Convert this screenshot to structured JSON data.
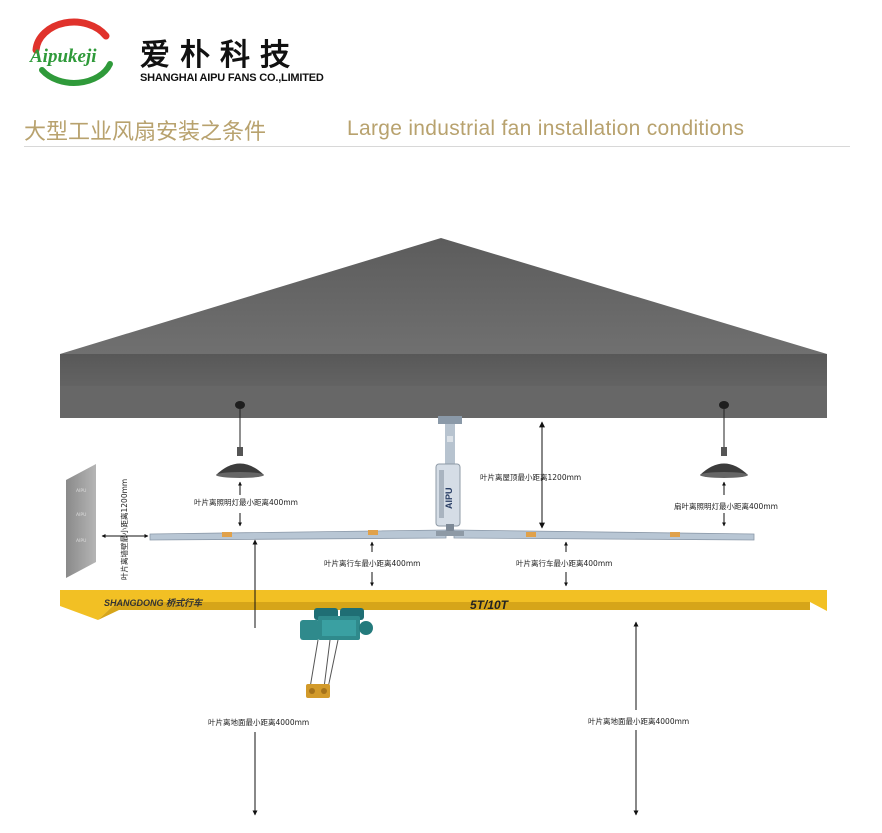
{
  "brand": {
    "logo_text": "Aipukeji",
    "name_cn": "爱朴科技",
    "name_en": "SHANGHAI AIPU FANS CO.,LIMITED"
  },
  "header": {
    "title_cn": "大型工业风扇安装之条件",
    "title_en": "Large industrial fan installation conditions"
  },
  "fan": {
    "motor_brand": "AIPU"
  },
  "crane": {
    "brand": "SHANGDONG 桥式行车",
    "capacity": "5T/10T"
  },
  "annotations": {
    "light_left": "叶片离照明灯最小距离400mm",
    "light_right": "扇叶离照明灯最小距离400mm",
    "roof": "叶片离屋顶最小距离1200mm",
    "crane_left": "叶片离行车最小距离400mm",
    "crane_right": "叶片离行车最小距离400mm",
    "ground_left": "叶片离地面最小距离4000mm",
    "ground_right": "叶片离地面最小距离4000mm",
    "wall": "叶片离墙壁最小距离1200mm"
  },
  "colors": {
    "brand_red": "#e0322b",
    "brand_green": "#2f9a3a",
    "title_gold": "#b8a26e",
    "roof": "#6a6a6a",
    "crane_yellow": "#f2c024",
    "hoist_teal": "#2f8a8c"
  }
}
